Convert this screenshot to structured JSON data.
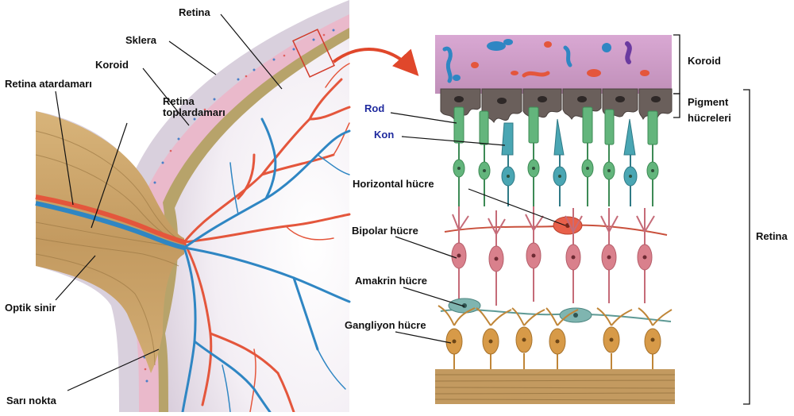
{
  "labels": {
    "retina_top": "Retina",
    "sklera": "Sklera",
    "koroid_left": "Koroid",
    "retina_atardamari": "Retina atardamarı",
    "retina_toplardamari_line1": "Retina",
    "retina_toplardamari_line2": "toplardamarı",
    "optik_sinir": "Optik sinir",
    "sari_nokta": "Sarı nokta",
    "koroid_right": "Koroid",
    "pigment_line1": "Pigment",
    "pigment_line2": "hücreleri",
    "rod": "Rod",
    "kon": "Kon",
    "horizontal": "Horizontal hücre",
    "bipolar": "Bipolar hücre",
    "amakrin": "Amakrin hücre",
    "gangliyon": "Gangliyon hücre",
    "retina_right": "Retina"
  },
  "colors": {
    "sclera": "#d9d0dd",
    "choroid": "#e8b3c6",
    "nerve": "#c9a26c",
    "artery": "#e4563c",
    "vein": "#2f86c3",
    "rod": "#63b57c",
    "cone": "#4aa6b3",
    "bipolar": "#d9808c",
    "horizontal": "#e8604a",
    "amacrine": "#7fb5b0",
    "ganglion": "#d79a48",
    "pigment": "#6a5f5b",
    "choroid_band": "#cf9bc7",
    "arrow": "#e0472b",
    "label_blue": "#1f2a9e"
  }
}
